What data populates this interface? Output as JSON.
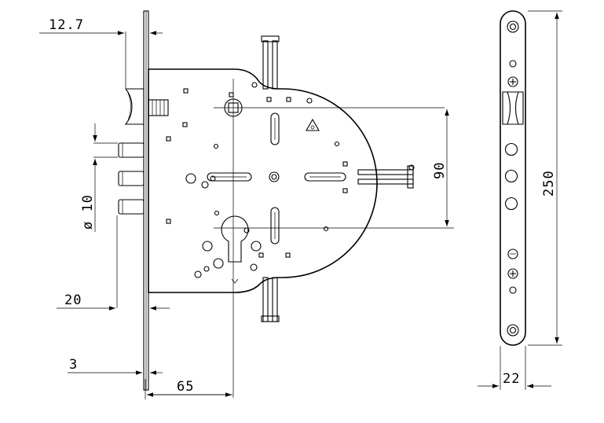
{
  "dimensions": {
    "faceplate_thickness": "12.7",
    "bolt_diameter": "ø 10",
    "bolt_length": "20",
    "plate_thickness": "3",
    "backset": "65",
    "center_distance": "90",
    "faceplate_height": "250",
    "faceplate_width": "22"
  },
  "colors": {
    "line": "#000000",
    "background": "#ffffff"
  },
  "icons": [
    "warning-triangle-icon",
    "screw-head-icon"
  ]
}
